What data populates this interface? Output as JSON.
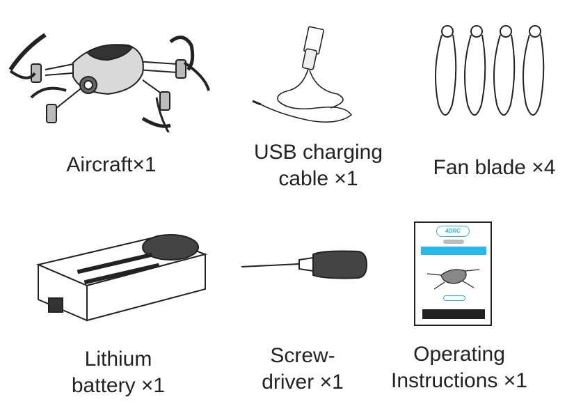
{
  "items": [
    {
      "id": "aircraft",
      "lines": [
        "Aircraft×1"
      ]
    },
    {
      "id": "usb-cable",
      "lines": [
        "USB charging",
        "cable ×1"
      ]
    },
    {
      "id": "fan-blade",
      "lines": [
        "Fan blade ×4"
      ]
    },
    {
      "id": "battery",
      "lines": [
        "Lithium",
        "battery ×1"
      ]
    },
    {
      "id": "screwdriver",
      "lines": [
        "Screw-",
        "driver ×1"
      ]
    },
    {
      "id": "manual",
      "lines": [
        "Operating",
        "Instructions ×1"
      ]
    }
  ],
  "manual_logo": "4DRC",
  "colors": {
    "ink": "#222222",
    "accent": "#29b6e8"
  }
}
